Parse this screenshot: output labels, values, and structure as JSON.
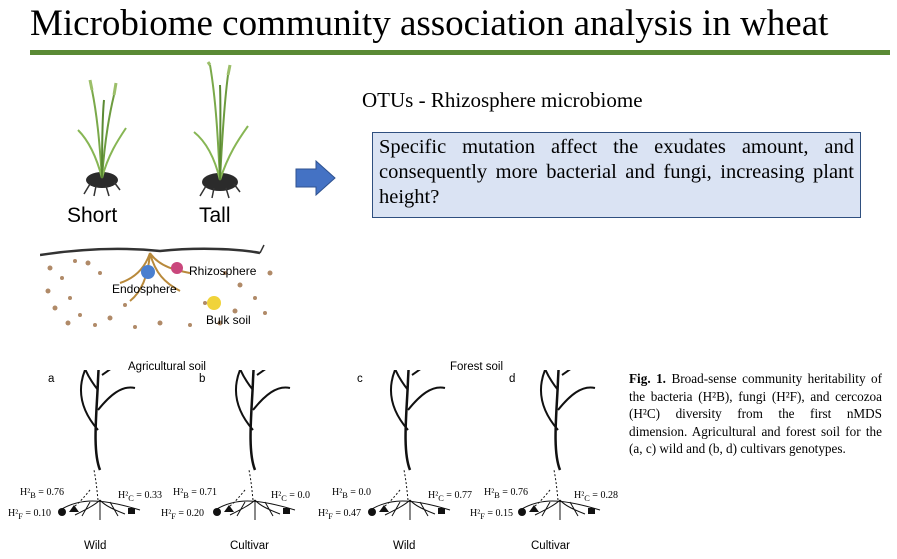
{
  "slide": {
    "title": "Microbiome community association analysis in wheat",
    "colors": {
      "title_rule": "#5a8a35",
      "arrow": "#4472c4",
      "box_fill": "#dae3f3"
    }
  },
  "plants": {
    "short_label": "Short",
    "tall_label": "Tall"
  },
  "root_diagram": {
    "labels": {
      "rhizosphere": "Rhizosphere",
      "endosphere": "Endosphere",
      "bulk_soil": "Bulk soil"
    }
  },
  "arrow_icon": "right-arrow-icon",
  "otus_heading": "OTUs - Rhizosphere microbiome",
  "question": "Specific mutation affect the exudates amount, and consequently more bacterial and fungi, increasing plant height?",
  "figure": {
    "headings": {
      "agricultural": "Agricultural soil",
      "forest": "Forest soil"
    },
    "panels": [
      {
        "letter": "a",
        "genotype": "Wild",
        "hB": "0.76",
        "hC": "0.33",
        "hF": "0.10"
      },
      {
        "letter": "b",
        "genotype": "Cultivar",
        "hB": "0.71",
        "hC": "0.0",
        "hF": "0.20"
      },
      {
        "letter": "c",
        "genotype": "Wild",
        "hB": "0.0",
        "hC": "0.77",
        "hF": "0.47"
      },
      {
        "letter": "d",
        "genotype": "Cultivar",
        "hB": "0.76",
        "hC": "0.28",
        "hF": "0.15"
      }
    ]
  },
  "caption": {
    "label": "Fig. 1.",
    "text": "Broad-sense community heritability of the bacteria (H²B), fungi (H²F), and cercozoa (H²C) diversity from the first nMDS dimension. Agricultural and forest soil for the (a, c) wild and (b, d) cultivars genotypes."
  }
}
